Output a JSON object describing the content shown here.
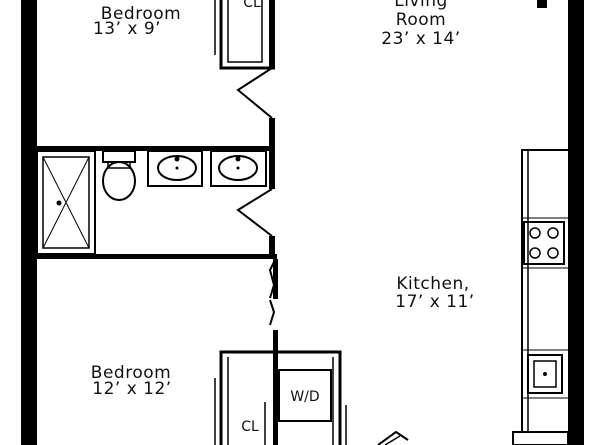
{
  "rooms": {
    "bedroom_top": {
      "name": "Bedroom",
      "size": "13’ x 9’"
    },
    "living": {
      "name_line1": "Living",
      "name_line2": "Room",
      "size": "23’ x 14’"
    },
    "kitchen": {
      "name": "Kitchen,",
      "size": "17’ x 11’"
    },
    "bedroom_bottom": {
      "name": "Bedroom",
      "size": "12’ x 12’"
    }
  },
  "closets": {
    "top": "CL",
    "bottom": "CL"
  },
  "laundry": {
    "label": "W/D"
  },
  "colors": {
    "wall": "#000000",
    "background": "#ffffff",
    "fixture_fill": "#f2f2f2"
  }
}
